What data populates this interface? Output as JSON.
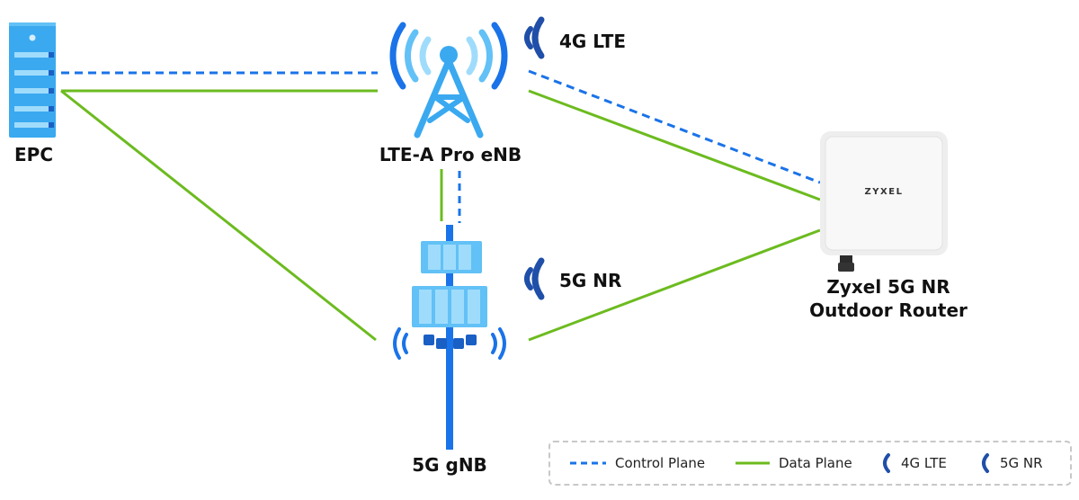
{
  "nodes": {
    "epc": "EPC",
    "enb": "LTE-A Pro eNB",
    "gnb": "5G gNB",
    "router_line1": "Zyxel 5G NR",
    "router_line2": "Outdoor Router",
    "router_brand": "ZYXEL"
  },
  "signals": {
    "lte": "4G LTE",
    "nr": "5G NR"
  },
  "legend": {
    "control": "Control Plane",
    "data": "Data Plane",
    "lte": "4G LTE",
    "nr": "5G NR"
  },
  "colors": {
    "control_plane": "#1a73e8",
    "data_plane": "#6cbb1f",
    "lte_wave": "#1f4fa8",
    "nr_wave": "#1f4fa8",
    "epc_body": "#3aa9f0",
    "tower": "#3aa9f0",
    "gnb_body": "#8fd3fb",
    "gnb_pole": "#1a73e8"
  }
}
